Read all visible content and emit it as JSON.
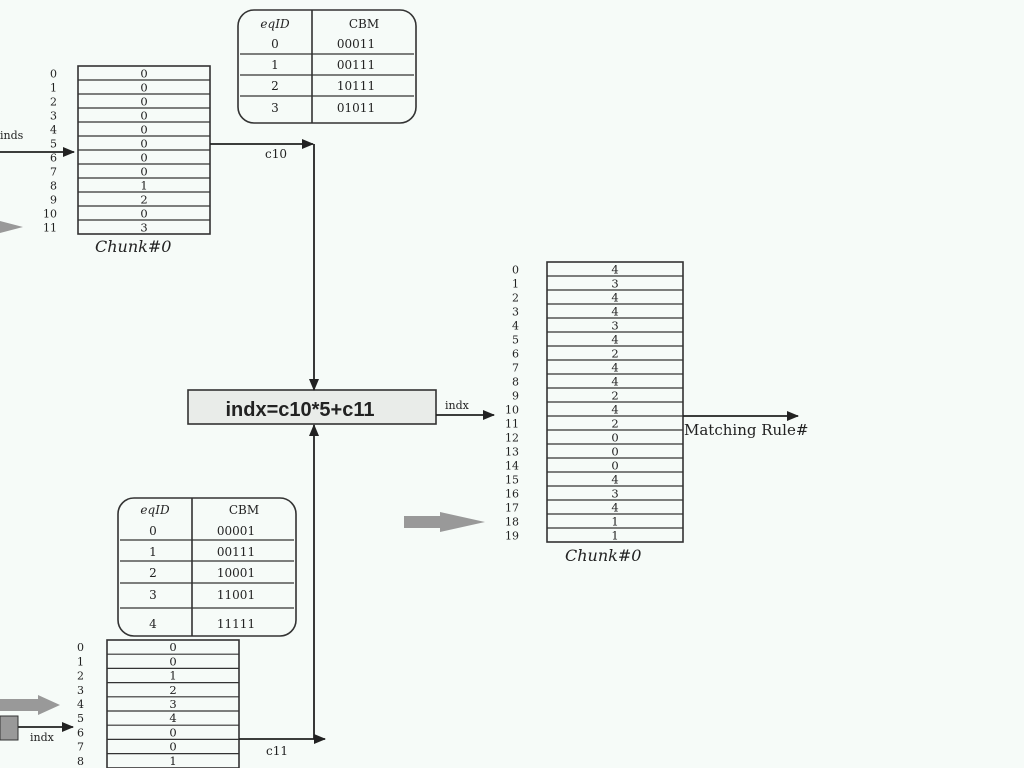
{
  "chunk_top": {
    "caption": "Chunk#0",
    "output_label": "c10",
    "input_label": "inds",
    "indices": [
      "0",
      "1",
      "2",
      "3",
      "4",
      "5",
      "6",
      "7",
      "8",
      "9",
      "10",
      "11"
    ],
    "values": [
      "0",
      "0",
      "0",
      "0",
      "0",
      "0",
      "0",
      "0",
      "1",
      "2",
      "0",
      "3"
    ]
  },
  "eq_table_top": {
    "headers": [
      "eqID",
      "CBM"
    ],
    "rows": [
      [
        "0",
        "00011"
      ],
      [
        "1",
        "00111"
      ],
      [
        "2",
        "10111"
      ],
      [
        "3",
        "01011"
      ]
    ]
  },
  "formula": {
    "text": "indx=c10*5+c11",
    "output_label": "indx"
  },
  "chunk_right": {
    "caption": "Chunk#0",
    "output_label": "Matching Rule#",
    "indices": [
      "0",
      "1",
      "2",
      "3",
      "4",
      "5",
      "6",
      "7",
      "8",
      "9",
      "10",
      "11",
      "12",
      "13",
      "14",
      "15",
      "16",
      "17",
      "18",
      "19"
    ],
    "values": [
      "4",
      "3",
      "4",
      "4",
      "3",
      "4",
      "2",
      "4",
      "4",
      "2",
      "4",
      "2",
      "0",
      "0",
      "0",
      "4",
      "3",
      "4",
      "1",
      "1"
    ]
  },
  "eq_table_bottom": {
    "headers": [
      "eqID",
      "CBM"
    ],
    "rows": [
      [
        "0",
        "00001"
      ],
      [
        "1",
        "00111"
      ],
      [
        "2",
        "10001"
      ],
      [
        "3",
        "11001"
      ],
      [
        "4",
        "11111"
      ]
    ]
  },
  "chunk_bottom": {
    "output_label": "c11",
    "input_label": "indx",
    "indices": [
      "0",
      "1",
      "2",
      "3",
      "4",
      "5",
      "6",
      "7",
      "8"
    ],
    "values": [
      "0",
      "0",
      "1",
      "2",
      "3",
      "4",
      "0",
      "0",
      "1"
    ]
  }
}
